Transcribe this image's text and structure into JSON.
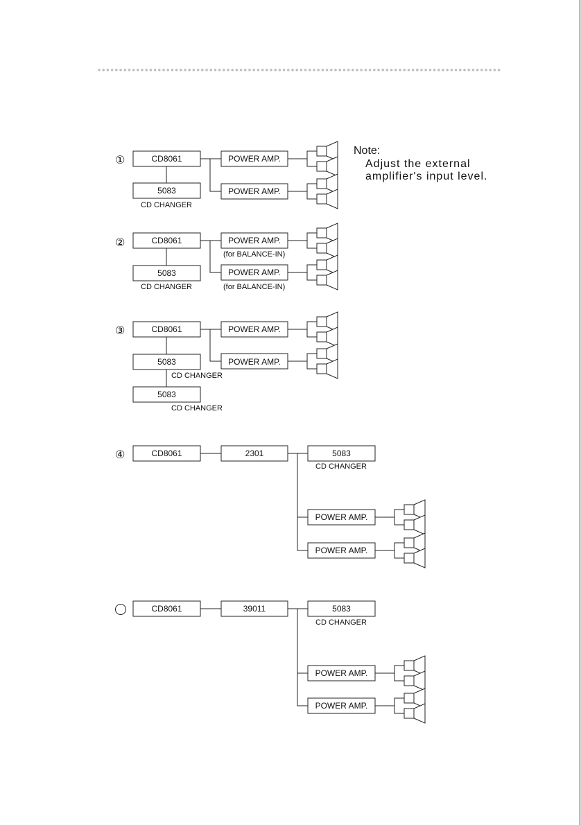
{
  "note": {
    "title": "Note:",
    "lines": [
      "Adjust the external",
      "amplifier's input level."
    ]
  },
  "diagrams": [
    {
      "marker": "①",
      "head": "CD8061",
      "changer": {
        "model": "5083",
        "label": "CD CHANGER"
      },
      "amps": [
        {
          "label": "POWER AMP.",
          "sub": ""
        },
        {
          "label": "POWER AMP.",
          "sub": ""
        }
      ]
    },
    {
      "marker": "②",
      "head": "CD8061",
      "changer": {
        "model": "5083",
        "label": "CD CHANGER"
      },
      "amps": [
        {
          "label": "POWER AMP.",
          "sub": "(for BALANCE-IN)"
        },
        {
          "label": "POWER AMP.",
          "sub": "(for BALANCE-IN)"
        }
      ]
    },
    {
      "marker": "③",
      "head": "CD8061",
      "changers": [
        {
          "model": "5083",
          "label": "CD CHANGER"
        },
        {
          "model": "5083",
          "label": "CD CHANGER"
        }
      ],
      "amps": [
        {
          "label": "POWER AMP.",
          "sub": ""
        },
        {
          "label": "POWER AMP.",
          "sub": ""
        }
      ]
    },
    {
      "marker": "④",
      "head": "CD8061",
      "middle": "2301",
      "changer": {
        "model": "5083",
        "label": "CD CHANGER"
      },
      "amps": [
        {
          "label": "POWER AMP.",
          "sub": ""
        },
        {
          "label": "POWER AMP.",
          "sub": ""
        }
      ]
    },
    {
      "marker": "",
      "head": "CD8061",
      "middle": "39011",
      "changer": {
        "model": "5083",
        "label": "CD CHANGER"
      },
      "amps": [
        {
          "label": "POWER AMP.",
          "sub": ""
        },
        {
          "label": "POWER AMP.",
          "sub": ""
        }
      ]
    }
  ]
}
